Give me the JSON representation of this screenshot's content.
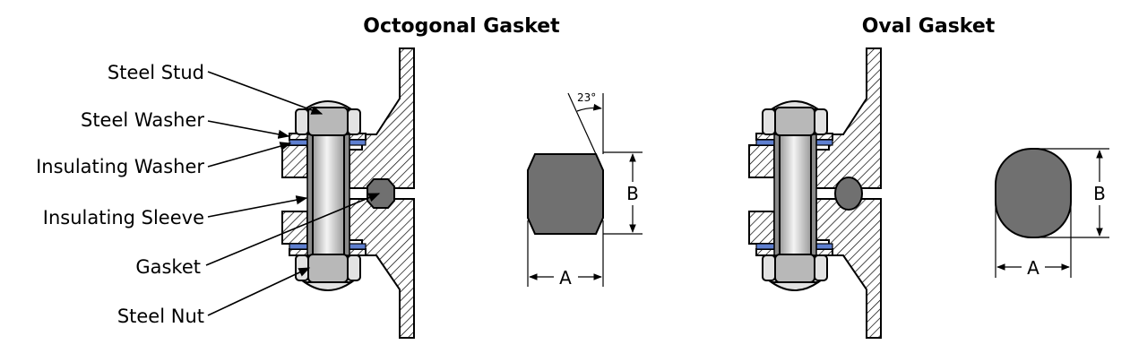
{
  "titles": {
    "octagonal": "Octogonal Gasket",
    "oval": "Oval Gasket"
  },
  "labels": {
    "steel_stud": "Steel Stud",
    "steel_washer": "Steel Washer",
    "insulating_washer": "Insulating Washer",
    "insulating_sleeve": "Insulating Sleeve",
    "gasket": "Gasket",
    "steel_nut": "Steel Nut"
  },
  "dimensions": {
    "a": "A",
    "b": "B",
    "angle": "23°"
  },
  "colors": {
    "gasket_fill": "#707070",
    "insulating_washer": "#5e7fd0",
    "nut_fill": "#b8b8b8"
  }
}
